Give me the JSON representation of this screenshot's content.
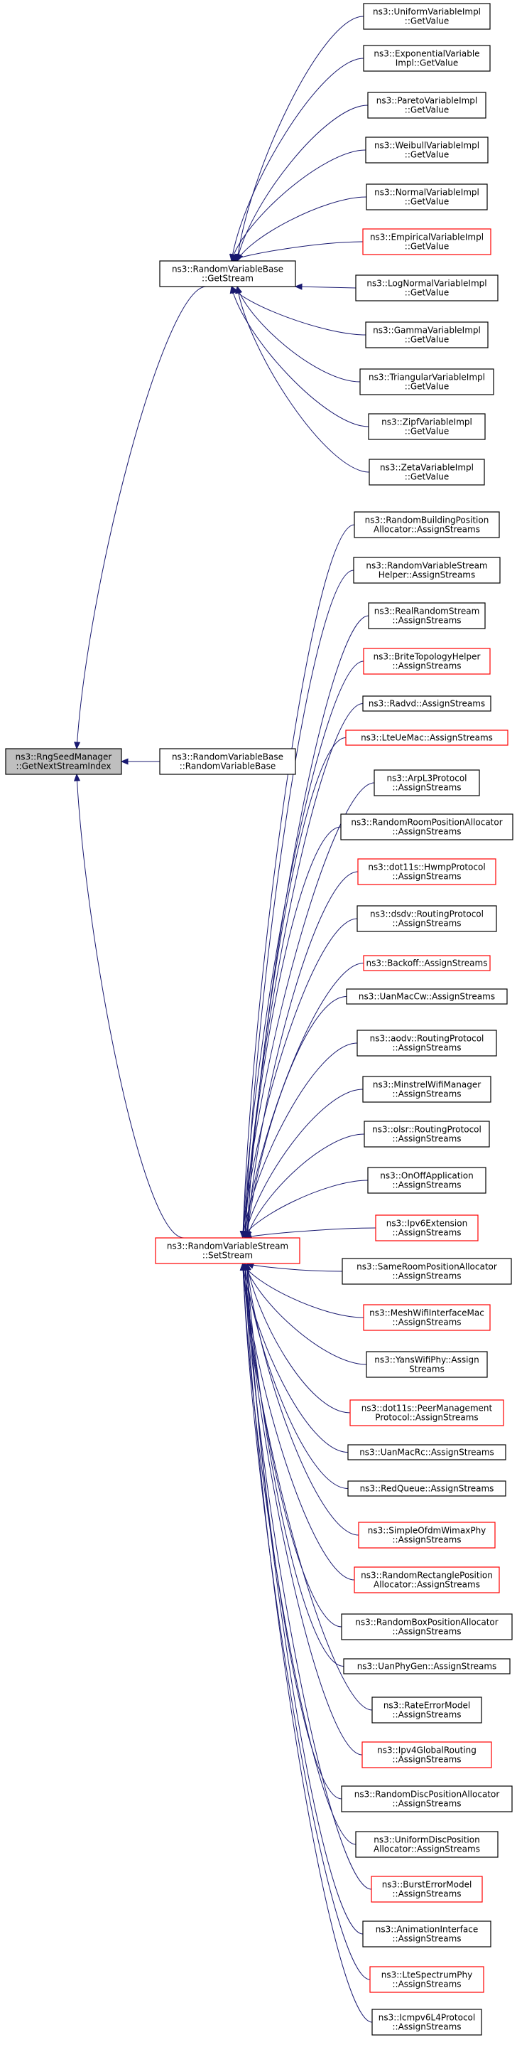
{
  "colors": {
    "edge": "#191970",
    "border_normal": "#000000",
    "border_red": "#ff0000",
    "root_fill": "#bfbfbf",
    "node_fill": "#ffffff",
    "text": "#000000"
  },
  "root": {
    "lines": [
      "ns3::RngSeedManager",
      "::GetNextStreamIndex"
    ]
  },
  "mid_nodes": [
    {
      "id": "getstream",
      "lines": [
        "ns3::RandomVariableBase",
        "::GetStream"
      ],
      "status": "normal"
    },
    {
      "id": "rvbase",
      "lines": [
        "ns3::RandomVariableBase",
        "::RandomVariableBase"
      ],
      "status": "normal"
    },
    {
      "id": "setstream",
      "lines": [
        "ns3::RandomVariableStream",
        "::SetStream"
      ],
      "status": "red"
    }
  ],
  "getstream_callers": [
    {
      "lines": [
        "ns3::UniformVariableImpl",
        "::GetValue"
      ],
      "status": "normal"
    },
    {
      "lines": [
        "ns3::ExponentialVariable",
        "Impl::GetValue"
      ],
      "status": "normal"
    },
    {
      "lines": [
        "ns3::ParetoVariableImpl",
        "::GetValue"
      ],
      "status": "normal"
    },
    {
      "lines": [
        "ns3::WeibullVariableImpl",
        "::GetValue"
      ],
      "status": "normal"
    },
    {
      "lines": [
        "ns3::NormalVariableImpl",
        "::GetValue"
      ],
      "status": "normal"
    },
    {
      "lines": [
        "ns3::EmpiricalVariableImpl",
        "::GetValue"
      ],
      "status": "red"
    },
    {
      "lines": [
        "ns3::LogNormalVariableImpl",
        "::GetValue"
      ],
      "status": "normal"
    },
    {
      "lines": [
        "ns3::GammaVariableImpl",
        "::GetValue"
      ],
      "status": "normal"
    },
    {
      "lines": [
        "ns3::TriangularVariableImpl",
        "::GetValue"
      ],
      "status": "normal"
    },
    {
      "lines": [
        "ns3::ZipfVariableImpl",
        "::GetValue"
      ],
      "status": "normal"
    },
    {
      "lines": [
        "ns3::ZetaVariableImpl",
        "::GetValue"
      ],
      "status": "normal"
    }
  ],
  "setstream_callers": [
    {
      "lines": [
        "ns3::RandomBuildingPosition",
        "Allocator::AssignStreams"
      ],
      "status": "normal"
    },
    {
      "lines": [
        "ns3::RandomVariableStream",
        "Helper::AssignStreams"
      ],
      "status": "normal"
    },
    {
      "lines": [
        "ns3::RealRandomStream",
        "::AssignStreams"
      ],
      "status": "normal"
    },
    {
      "lines": [
        "ns3::BriteTopologyHelper",
        "::AssignStreams"
      ],
      "status": "red"
    },
    {
      "lines": [
        "ns3::Radvd::AssignStreams"
      ],
      "status": "normal"
    },
    {
      "lines": [
        "ns3::LteUeMac::AssignStreams"
      ],
      "status": "red"
    },
    {
      "lines": [
        "ns3::ArpL3Protocol",
        "::AssignStreams"
      ],
      "status": "normal"
    },
    {
      "lines": [
        "ns3::RandomRoomPositionAllocator",
        "::AssignStreams"
      ],
      "status": "normal"
    },
    {
      "lines": [
        "ns3::dot11s::HwmpProtocol",
        "::AssignStreams"
      ],
      "status": "red"
    },
    {
      "lines": [
        "ns3::dsdv::RoutingProtocol",
        "::AssignStreams"
      ],
      "status": "normal"
    },
    {
      "lines": [
        "ns3::Backoff::AssignStreams"
      ],
      "status": "red"
    },
    {
      "lines": [
        "ns3::UanMacCw::AssignStreams"
      ],
      "status": "normal"
    },
    {
      "lines": [
        "ns3::aodv::RoutingProtocol",
        "::AssignStreams"
      ],
      "status": "normal"
    },
    {
      "lines": [
        "ns3::MinstrelWifiManager",
        "::AssignStreams"
      ],
      "status": "normal"
    },
    {
      "lines": [
        "ns3::olsr::RoutingProtocol",
        "::AssignStreams"
      ],
      "status": "normal"
    },
    {
      "lines": [
        "ns3::OnOffApplication",
        "::AssignStreams"
      ],
      "status": "normal"
    },
    {
      "lines": [
        "ns3::Ipv6Extension",
        "::AssignStreams"
      ],
      "status": "red"
    },
    {
      "lines": [
        "ns3::SameRoomPositionAllocator",
        "::AssignStreams"
      ],
      "status": "normal"
    },
    {
      "lines": [
        "ns3::MeshWifiInterfaceMac",
        "::AssignStreams"
      ],
      "status": "red"
    },
    {
      "lines": [
        "ns3::YansWifiPhy::Assign",
        "Streams"
      ],
      "status": "normal"
    },
    {
      "lines": [
        "ns3::dot11s::PeerManagement",
        "Protocol::AssignStreams"
      ],
      "status": "red"
    },
    {
      "lines": [
        "ns3::UanMacRc::AssignStreams"
      ],
      "status": "normal"
    },
    {
      "lines": [
        "ns3::RedQueue::AssignStreams"
      ],
      "status": "normal"
    },
    {
      "lines": [
        "ns3::SimpleOfdmWimaxPhy",
        "::AssignStreams"
      ],
      "status": "red"
    },
    {
      "lines": [
        "ns3::RandomRectanglePosition",
        "Allocator::AssignStreams"
      ],
      "status": "red"
    },
    {
      "lines": [
        "ns3::RandomBoxPositionAllocator",
        "::AssignStreams"
      ],
      "status": "normal"
    },
    {
      "lines": [
        "ns3::UanPhyGen::AssignStreams"
      ],
      "status": "normal"
    },
    {
      "lines": [
        "ns3::RateErrorModel",
        "::AssignStreams"
      ],
      "status": "normal"
    },
    {
      "lines": [
        "ns3::Ipv4GlobalRouting",
        "::AssignStreams"
      ],
      "status": "red"
    },
    {
      "lines": [
        "ns3::RandomDiscPositionAllocator",
        "::AssignStreams"
      ],
      "status": "normal"
    },
    {
      "lines": [
        "ns3::UniformDiscPosition",
        "Allocator::AssignStreams"
      ],
      "status": "normal"
    },
    {
      "lines": [
        "ns3::BurstErrorModel",
        "::AssignStreams"
      ],
      "status": "red"
    },
    {
      "lines": [
        "ns3::AnimationInterface",
        "::AssignStreams"
      ],
      "status": "normal"
    },
    {
      "lines": [
        "ns3::LteSpectrumPhy",
        "::AssignStreams"
      ],
      "status": "red"
    },
    {
      "lines": [
        "ns3::Icmpv6L4Protocol",
        "::AssignStreams"
      ],
      "status": "normal"
    }
  ]
}
